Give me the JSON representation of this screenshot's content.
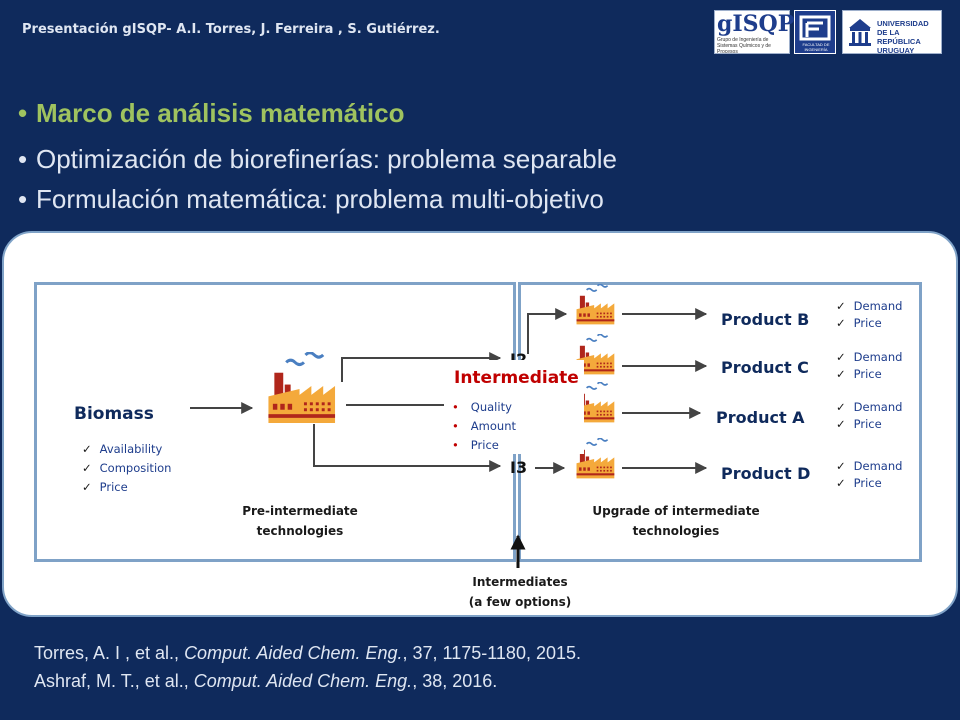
{
  "header": {
    "title": "Presentación gISQP- A.I. Torres, J. Ferreira , S. Gutiérrez.",
    "logo1": "gISQP",
    "logo1_sub": "Grupo de Ingeniería de Sistemas Químicos y de Procesos",
    "logo2": "FACULTAD DE INGENIERÍA",
    "logo3": "UNIVERSIDAD DE LA REPÚBLICA URUGUAY"
  },
  "bullets": [
    "Marco de análisis matemático",
    "Optimización de biorefinerías: problema separable",
    "Formulación matemática: problema multi-objetivo"
  ],
  "diagram": {
    "biomass": {
      "label": "Biomass",
      "attributes": [
        "Availability",
        "Composition",
        "Price"
      ]
    },
    "intermediate": {
      "label": "Intermediate",
      "attributes": [
        "Quality",
        "Amount",
        "Price"
      ]
    },
    "i2_label": "I2",
    "i3_label": "I3",
    "products": [
      {
        "label": "Product B",
        "attributes": [
          "Demand",
          "Price"
        ]
      },
      {
        "label": "Product C",
        "attributes": [
          "Demand",
          "Price"
        ]
      },
      {
        "label": "Product A",
        "attributes": [
          "Demand",
          "Price"
        ]
      },
      {
        "label": "Product D",
        "attributes": [
          "Demand",
          "Price"
        ]
      }
    ],
    "pre_caption": [
      "Pre-intermediate",
      "technologies"
    ],
    "upgrade_caption": [
      "Upgrade of intermediate",
      "technologies"
    ],
    "intermediates_caption": [
      "Intermediates",
      "(a few options)"
    ]
  },
  "references": [
    {
      "authors": "Torres, A. I , et al., ",
      "journal": "Comput. Aided Chem. Eng.",
      "rest": ", 37, 1175-1180, 2015."
    },
    {
      "authors": "Ashraf, M. T., et al., ",
      "journal": "Comput. Aided Chem. Eng.",
      "rest": ", 38, 2016."
    }
  ],
  "colors": {
    "background": "#0f2a5c",
    "accent_green": "#9fc35f",
    "intermediate_red": "#c00000",
    "box_border": "#7fa2c7",
    "factory_body": "#f4a93b",
    "factory_red": "#b0261b",
    "smoke_blue": "#4a7fc1"
  }
}
